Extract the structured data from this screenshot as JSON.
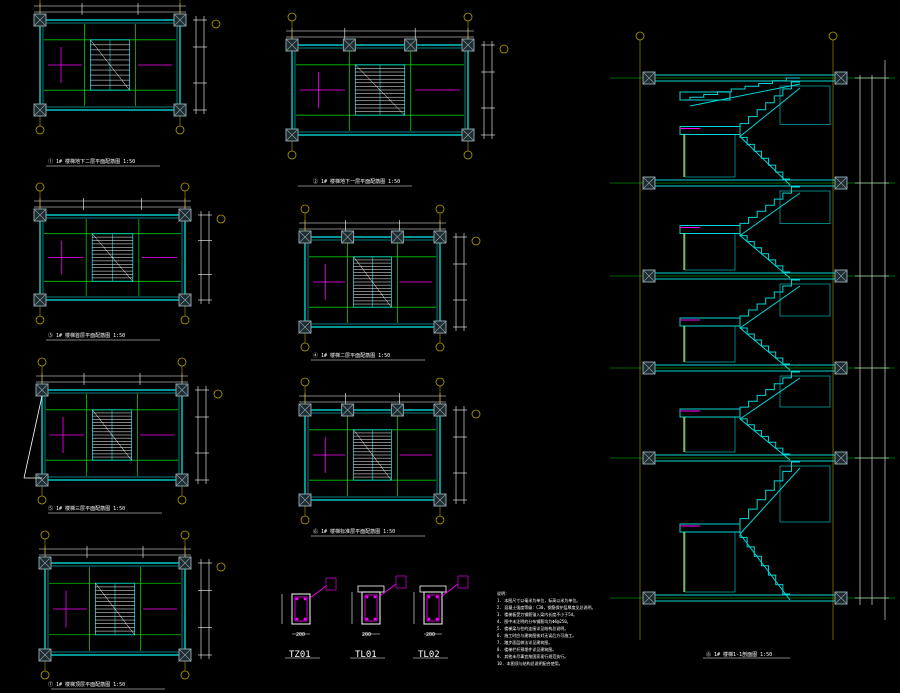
{
  "colors": {
    "background": "#000000",
    "wall": "#00d6d6",
    "grid": "#00c800",
    "axis": "#b4a000",
    "dim": "#ffffff",
    "rebar": "#ff00ff",
    "column": "#8aa0a8",
    "highlight": "#ffff00"
  },
  "drawing": {
    "plans": [
      {
        "id": "p1",
        "caption": "1# 楼梯地下二层平面配筋图  1:50",
        "number": "①"
      },
      {
        "id": "p2",
        "caption": "1# 楼梯地下一层平面配筋图  1:50",
        "number": "②"
      },
      {
        "id": "p3",
        "caption": "1# 楼梯首层平面配筋图  1:50",
        "number": "③"
      },
      {
        "id": "p4",
        "caption": "1# 楼梯二层平面配筋图  1:50",
        "number": "④"
      },
      {
        "id": "p5",
        "caption": "1# 楼梯三层平面配筋图  1:50",
        "number": "⑤"
      },
      {
        "id": "p6",
        "caption": "1# 楼梯标准层平面配筋图  1:50",
        "number": "⑥"
      },
      {
        "id": "p7",
        "caption": "1# 楼梯顶层平面配筋图  1:50",
        "number": "⑦"
      }
    ],
    "section": {
      "caption": "1# 楼梯1-1剖面图  1:50",
      "number": "⑧"
    },
    "details": [
      {
        "id": "tz01",
        "title": "TZ01",
        "width": "200"
      },
      {
        "id": "tl01",
        "title": "TL01",
        "width": "200"
      },
      {
        "id": "tl02",
        "title": "TL02",
        "width": "200"
      }
    ],
    "notes": {
      "title": "说明：",
      "lines": [
        "1. 本图尺寸以毫米为单位，标高以米为单位。",
        "2. 混凝土强度等级：C30，钢筋保护层厚度见总说明。",
        "3. 楼梯板受力钢筋锚入梁内长度不小于5d。",
        "4. 图中未注明的分布钢筋均为Φ6@250。",
        "5. 楼梯梁与柱的连接详见结构总说明。",
        "6. 施工时应与建筑图核对无误后方可施工。",
        "7. 踏步面层做法详见建筑图。",
        "8. 楼梯栏杆预埋件详见建筑图。",
        "9. 其他未尽事宜按国家现行规范执行。",
        "10. 本图须与结构总说明配合使用。"
      ]
    }
  }
}
